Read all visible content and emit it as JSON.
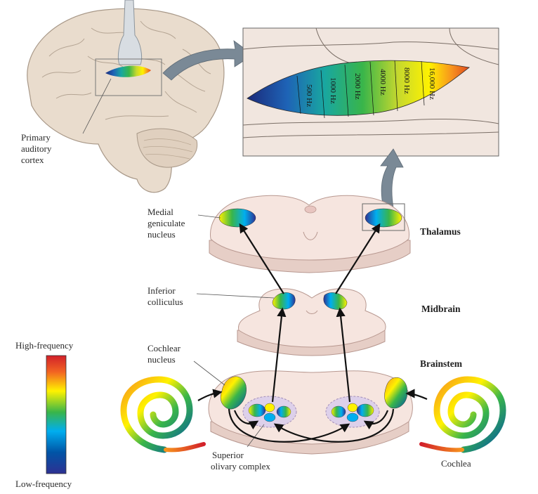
{
  "labels": {
    "primary_auditory_cortex": [
      "Primary",
      "auditory",
      "cortex"
    ],
    "medial_geniculate_nucleus": [
      "Medial",
      "geniculate",
      "nucleus"
    ],
    "inferior_colliculus": [
      "Inferior",
      "colliculus"
    ],
    "cochlear_nucleus": [
      "Cochlear",
      "nucleus"
    ],
    "superior_olivary_complex": [
      "Superior",
      "olivary complex"
    ],
    "cochlea": "Cochlea",
    "thalamus": "Thalamus",
    "midbrain": "Midbrain",
    "brainstem": "Brainstem"
  },
  "legend": {
    "high": "High-frequency",
    "low": "Low-frequency",
    "colors": [
      "#d2202a",
      "#f26522",
      "#fdb913",
      "#fff200",
      "#8dc63f",
      "#00a651",
      "#00aeef",
      "#0072bc",
      "#2e3192"
    ]
  },
  "tonotopy": {
    "frequencies": [
      "500 Hz",
      "1000 Hz",
      "2000 Hz",
      "4000 Hz",
      "8000 Hz",
      "16,000 Hz"
    ]
  },
  "colors": {
    "tissue": "#f4e2dc",
    "tissue_edge": "#c9a8a0",
    "brain": "#e8d8c8",
    "arrow": "#6e7d8a",
    "pathway": "#111111",
    "olive": "#ddd0ea"
  }
}
